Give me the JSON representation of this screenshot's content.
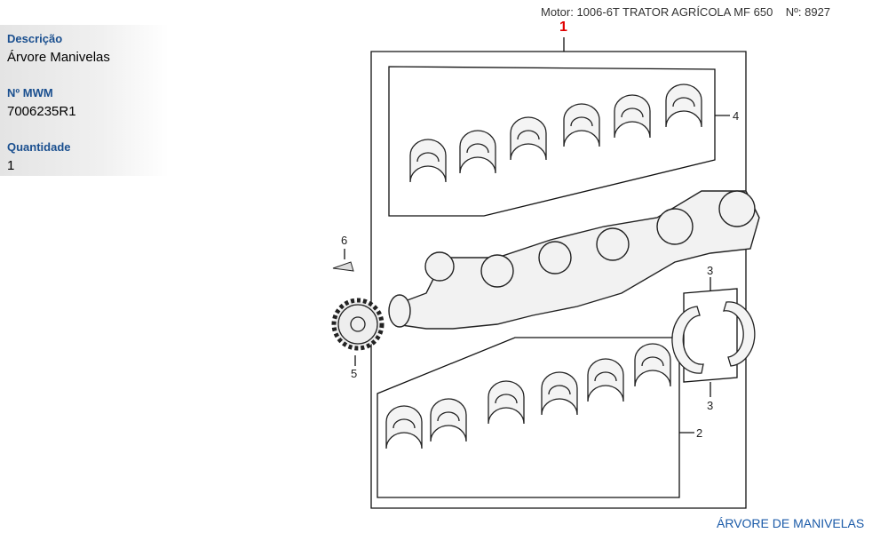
{
  "info": {
    "descricao_label": "Descrição",
    "descricao_value": "Árvore Manivelas",
    "mwm_label": "Nº MWM",
    "mwm_value": "7006235R1",
    "quantidade_label": "Quantidade",
    "quantidade_value": "1"
  },
  "header": {
    "text": "Motor: 1006-6T TRATOR AGRÍCOLA MF 650    Nº: 8927"
  },
  "callouts": {
    "c1": "1",
    "c2": "2",
    "c3a": "3",
    "c3b": "3",
    "c4": "4",
    "c5": "5",
    "c6": "6"
  },
  "footer": {
    "link": "ÁRVORE DE MANIVELAS"
  }
}
